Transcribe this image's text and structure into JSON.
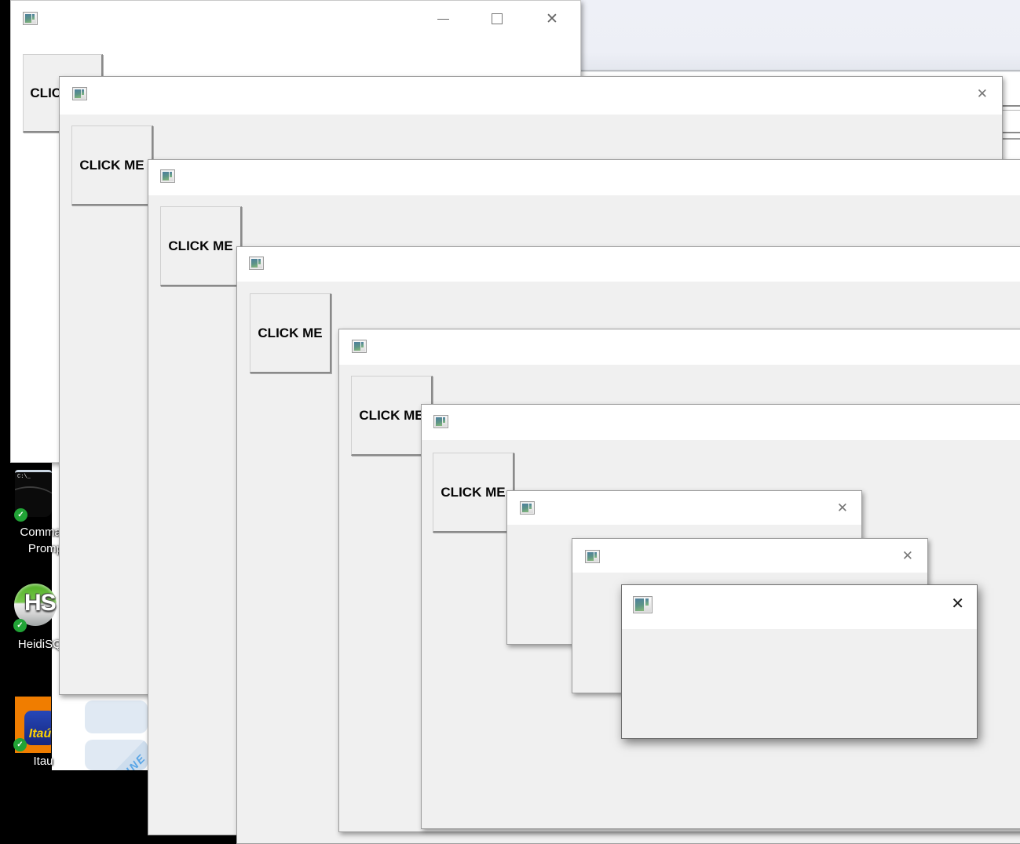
{
  "desktop": {
    "icons": [
      {
        "name": "command-prompt",
        "label": "Command Prompt",
        "label_line1": "Command",
        "label_line2": "Prompt",
        "terminal_text": "C:\\_",
        "badge_glyph": "✓"
      },
      {
        "name": "heidisql",
        "label": "HeidiSQL",
        "monogram": "HS",
        "badge_glyph": "✓"
      },
      {
        "name": "itau",
        "label": "Itau",
        "brand_text": "Itaú",
        "badge_glyph": "✓"
      }
    ]
  },
  "background_page": {
    "ribbon_text": "NLINE"
  },
  "windows": [
    {
      "name": "window-1",
      "title": "",
      "icon": "tk-window-icon",
      "close_glyph": "✕",
      "button_label": "CLICK ME"
    },
    {
      "name": "window-2",
      "title": "",
      "icon": "tk-window-icon",
      "close_glyph": "✕",
      "button_label": "CLICK ME"
    },
    {
      "name": "window-3",
      "title": "",
      "icon": "tk-window-icon",
      "button_label": "CLICK ME"
    },
    {
      "name": "window-4",
      "title": "",
      "icon": "tk-window-icon",
      "button_label": "CLICK ME"
    },
    {
      "name": "window-5",
      "title": "",
      "icon": "tk-window-icon",
      "button_label": "CLICK ME"
    },
    {
      "name": "window-6",
      "title": "",
      "icon": "tk-window-icon",
      "button_label": "CLICK ME"
    },
    {
      "name": "window-7",
      "title": "",
      "icon": "tk-window-icon",
      "close_glyph": "✕"
    },
    {
      "name": "window-8",
      "title": "",
      "icon": "tk-window-icon",
      "close_glyph": "✕"
    },
    {
      "name": "window-9",
      "title": "",
      "icon": "tk-window-icon",
      "close_glyph": "✕"
    }
  ],
  "colors": {
    "desktop_bg": "#000000",
    "titlebar_bg": "#ffffff",
    "client_bg": "#f0f0f0",
    "lavender_strip": "#eef0f7",
    "tk_icon_teal": "#4d7f9e",
    "tk_icon_green": "#86b979",
    "badge_green": "#21a336",
    "card_blue": "#e0e9f3",
    "ribbon_band_blue": "#cddded",
    "ribbon_text_blue": "#58a5e6",
    "itau_orange": "#f07d00",
    "itau_blue": "#16277e",
    "itau_yellow": "#ffd300",
    "heidi_green": "#4fae24"
  }
}
